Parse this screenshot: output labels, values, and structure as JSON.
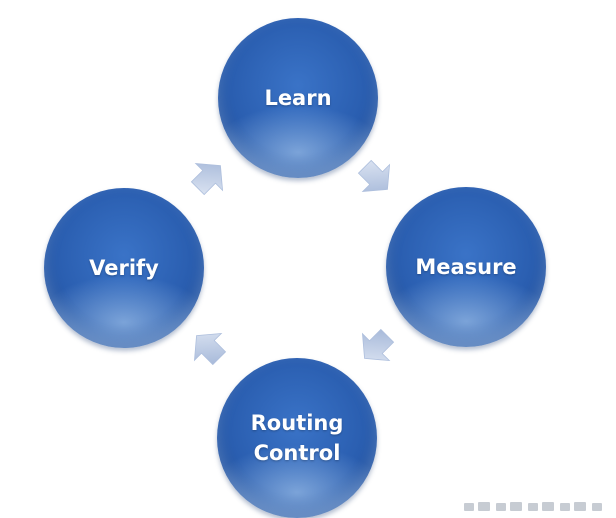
{
  "diagram": {
    "type": "cycle",
    "nodes": [
      {
        "id": "learn",
        "label": "Learn"
      },
      {
        "id": "measure",
        "label": "Measure"
      },
      {
        "id": "routing_control",
        "label": "Routing\nControl"
      },
      {
        "id": "verify",
        "label": "Verify"
      }
    ],
    "edges": [
      {
        "from": "learn",
        "to": "measure"
      },
      {
        "from": "measure",
        "to": "routing_control"
      },
      {
        "from": "routing_control",
        "to": "verify"
      },
      {
        "from": "verify",
        "to": "learn"
      }
    ]
  },
  "colors": {
    "node_fill": "#2a5eb0",
    "node_text": "#ffffff",
    "arrow_fill": "#b9c8e4",
    "background": "#ffffff"
  },
  "icons": {
    "watermark": "watermark-logo"
  }
}
